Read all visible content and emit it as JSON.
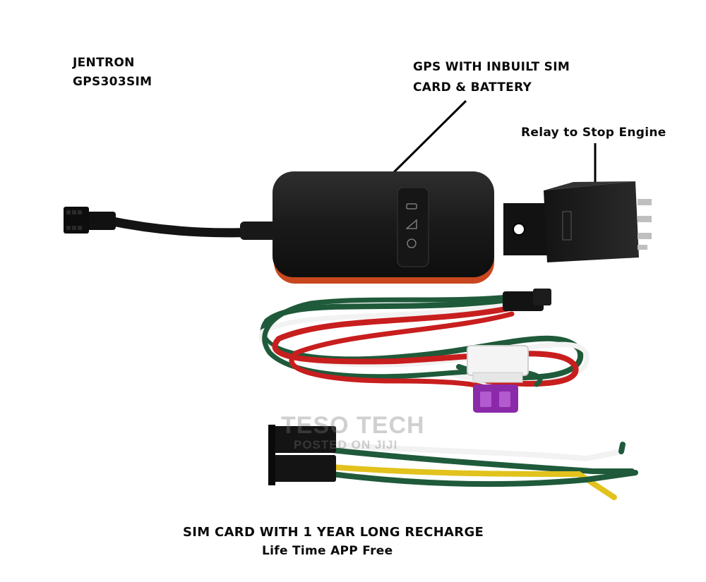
{
  "brand": {
    "line1": "JENTRON",
    "line2": "GPS303SIM"
  },
  "gps_label": {
    "line1": "GPS WITH INBUILT SIM",
    "line2": "CARD & BATTERY"
  },
  "relay_label": "Relay to Stop Engine",
  "bottom_caption": {
    "line1": "SIM CARD WITH 1 YEAR LONG RECHARGE",
    "line2": "Life Time APP Free"
  },
  "watermark": {
    "line1": "TESO TECH",
    "line2": "POSTED ON JIJI"
  },
  "colors": {
    "device_body": "#1c1c1c",
    "device_edge": "#c8471e",
    "wire_red": "#c81e1e",
    "wire_green": "#1f5a3a",
    "wire_white": "#f2f2f2",
    "wire_yellow": "#e2c21c",
    "fuse_purple": "#8a2aa8"
  }
}
